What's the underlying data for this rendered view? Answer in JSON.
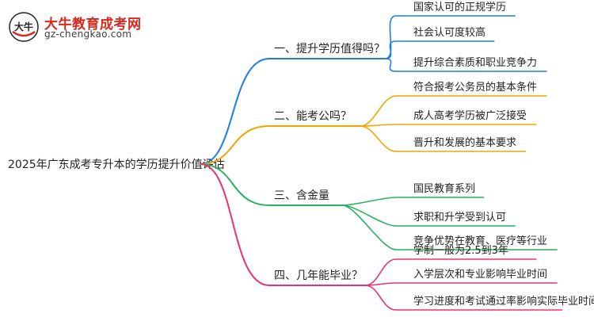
{
  "logo": {
    "name": "大牛教育成考网",
    "url": "gz-chengkao.com",
    "mark_text": "大牛"
  },
  "root": "2025年广东成考专升本的学历提升价值评估",
  "branches": [
    {
      "label": "一、提升学历值得吗？",
      "color": "#1f7be6",
      "leaves": [
        "国家认可的正规学历",
        "社会认可度较高",
        "提升综合素质和职业竞争力"
      ]
    },
    {
      "label": "二、能考公吗？",
      "color": "#f0a500",
      "leaves": [
        "符合报考公务员的基本条件",
        "成人高考学历被广泛接受",
        "晋升和发展的基本要求"
      ]
    },
    {
      "label": "三、含金量",
      "color": "#27b25f",
      "leaves": [
        "国民教育系列",
        "求职和升学受到认可",
        "竞争优势在教育、医疗等行业"
      ]
    },
    {
      "label": "四、几年能毕业？",
      "color": "#e8336d",
      "leaves": [
        "学制一般为2.5到3年",
        "入学层次和专业影响毕业时间",
        "学习进度和考试通过率影响实际毕业时间"
      ]
    }
  ]
}
